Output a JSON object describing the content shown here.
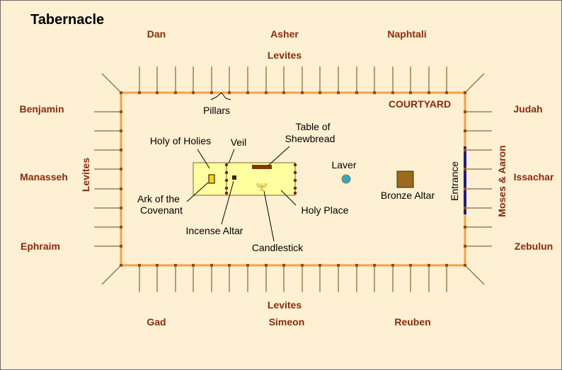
{
  "title": "Tabernacle",
  "colors": {
    "background": "#FEF0D2",
    "tribe_text": "#8B2A0E",
    "courtyard_border": "#F5A246",
    "post": "#6B4A12",
    "sanctuary_fill": "#FFFFA0",
    "entrance": "#1C1C8C",
    "laver": "#33A6CC",
    "bronze_altar": "#9B6A1C"
  },
  "tribes": {
    "north": [
      "Dan",
      "Asher",
      "Naphtali"
    ],
    "south": [
      "Gad",
      "Simeon",
      "Reuben"
    ],
    "west": [
      "Benjamin",
      "Manasseh",
      "Ephraim"
    ],
    "east": [
      "Judah",
      "Issachar",
      "Zebulun"
    ]
  },
  "levites": {
    "north": "Levites",
    "south": "Levites",
    "west": "Levites"
  },
  "east_camp": "Moses & Aaron",
  "labels": {
    "pillars": "Pillars",
    "courtyard": "COURTYARD",
    "holy_of_holies": "Holy of Holies",
    "veil": "Veil",
    "table_line1": "Table of",
    "table_line2": "Shewbread",
    "laver": "Laver",
    "bronze_altar": "Bronze Altar",
    "entrance": "Entrance",
    "ark_line1": "Ark of the",
    "ark_line2": "Covenant",
    "incense_altar": "Incense Altar",
    "holy_place": "Holy Place",
    "candlestick": "Candlestick"
  }
}
